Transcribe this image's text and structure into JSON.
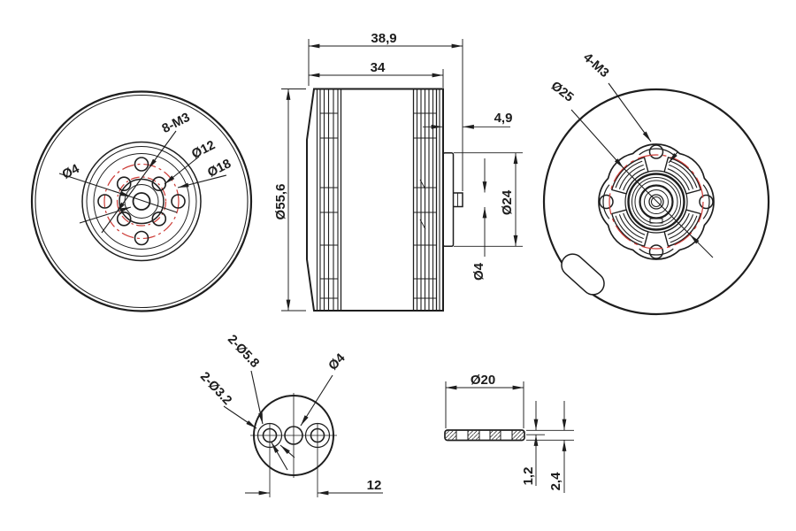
{
  "drawing": {
    "background": "#ffffff",
    "ink_color": "#1e1e1e",
    "accent_red": "#cc3a35",
    "front_view": {
      "labels": {
        "bolt_pattern": "8-M3",
        "bolt_circle_small": "Ø12",
        "bolt_circle_large": "Ø18",
        "shaft_hole": "Ø4"
      }
    },
    "side_view": {
      "labels": {
        "overall_length": "38,9",
        "body_length": "34",
        "shaft_protrusion": "4,9",
        "outer_diameter": "Ø55,6",
        "flange_diameter": "Ø24",
        "shaft_diameter": "Ø4"
      }
    },
    "back_view": {
      "labels": {
        "mount_holes": "4-M3",
        "mount_bolt_circle": "Ø25"
      }
    },
    "adapter_view": {
      "labels": {
        "counterbore_holes": "2-Ø5.8",
        "through_holes": "2-Ø3.2",
        "center_hole": "Ø4",
        "hole_spacing": "12"
      }
    },
    "washer_view": {
      "labels": {
        "diameter": "Ø20",
        "step_thickness": "1,2",
        "overall_thickness": "2,4"
      }
    }
  }
}
